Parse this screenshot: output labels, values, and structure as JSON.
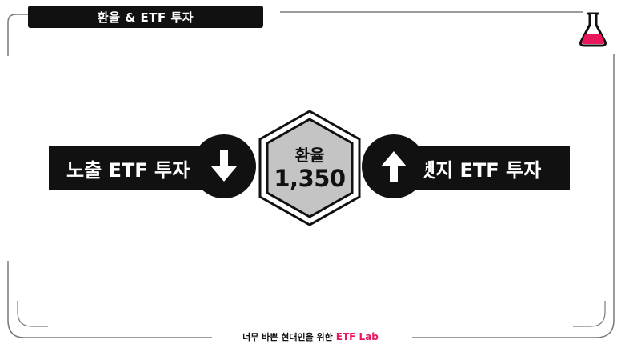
{
  "header": {
    "title": "환율 & ETF 투자"
  },
  "left_bar": {
    "label": "노출 ETF 투자",
    "icon": "arrow-down-icon"
  },
  "right_bar": {
    "label": "헷지 ETF 투자",
    "icon": "arrow-up-icon"
  },
  "center": {
    "label": "환율",
    "value": "1,350"
  },
  "footer": {
    "text": "너무 바쁜 현대인을 위한",
    "brand": "ETF Lab"
  },
  "colors": {
    "accent": "#e8185a",
    "dark": "#111111",
    "hex_fill": "#c4c4c4"
  },
  "logo": {
    "icon": "flask-icon"
  }
}
